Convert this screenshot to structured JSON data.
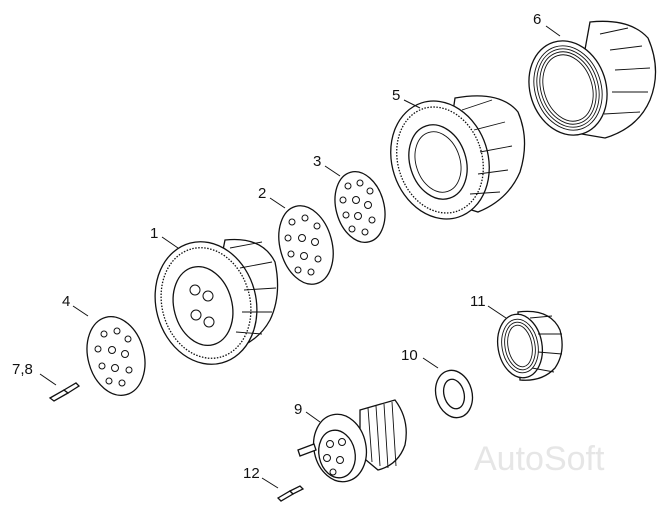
{
  "labels": {
    "p1": "1",
    "p2": "2",
    "p3": "3",
    "p4": "4",
    "p5": "5",
    "p6": "6",
    "p78": "7,8",
    "p9": "9",
    "p10": "10",
    "p11": "11",
    "p12": "12"
  },
  "watermark": "AutoSoft",
  "colors": {
    "line": "#111111",
    "background": "#ffffff",
    "watermark": "#e6e6e6"
  }
}
